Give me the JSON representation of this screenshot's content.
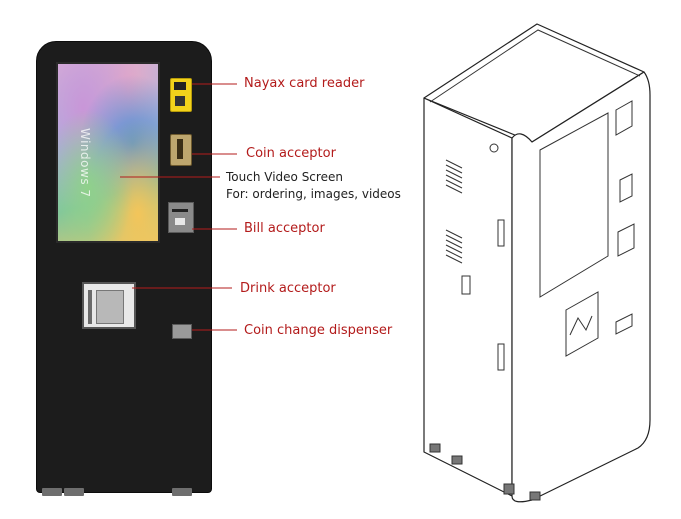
{
  "screen_logo": "Windows 7",
  "labels": {
    "card_reader": "Nayax card reader",
    "coin_acceptor": "Coin acceptor",
    "touch_screen_line1": "Touch Video Screen",
    "touch_screen_line2": "For: ordering, images, videos",
    "bill_acceptor": "Bill acceptor",
    "drink_acceptor": "Drink acceptor",
    "coin_change": "Coin change dispenser"
  },
  "colors": {
    "label_red": "#b31b1b",
    "leader_red": "#b31b1b",
    "machine_body": "#1c1c1c",
    "card_reader": "#f2d21b"
  }
}
